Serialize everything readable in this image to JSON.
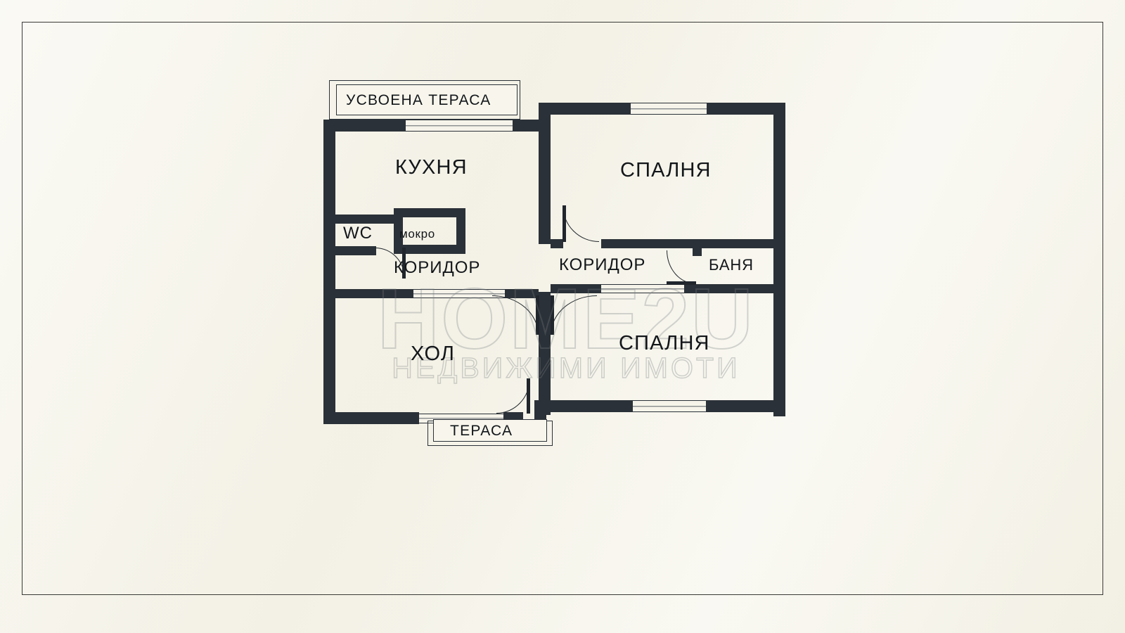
{
  "document": {
    "type": "architectural-floor-plan",
    "language": "bg",
    "background_color": "#f4f2e6",
    "wall_color": "#2b3138",
    "border_color": "#3a3a36"
  },
  "watermark": {
    "main": "HOME2U",
    "subtitle": "НЕДВИЖИМИ ИМОТИ"
  },
  "rooms": [
    {
      "id": "kitchen",
      "label": "КУХНЯ",
      "size": "lg"
    },
    {
      "id": "bedroom-top",
      "label": "СПАЛНЯ",
      "size": "lg"
    },
    {
      "id": "wc",
      "label": "WC",
      "size": "md"
    },
    {
      "id": "wet-room",
      "label": "мокро",
      "size": "xs"
    },
    {
      "id": "corridor-left",
      "label": "КОРИДОР",
      "size": "md"
    },
    {
      "id": "corridor-right",
      "label": "КОРИДОР",
      "size": "md"
    },
    {
      "id": "bathroom",
      "label": "БАНЯ",
      "size": "sm"
    },
    {
      "id": "hall",
      "label": "ХОЛ",
      "size": "lg"
    },
    {
      "id": "bedroom-bottom",
      "label": "СПАЛНЯ",
      "size": "lg"
    }
  ],
  "annotations": [
    {
      "id": "converted-terrace",
      "label": "УСВОЕНА ТЕРАСА",
      "position": "top"
    },
    {
      "id": "terrace",
      "label": "ТЕРАСА",
      "position": "bottom"
    }
  ]
}
